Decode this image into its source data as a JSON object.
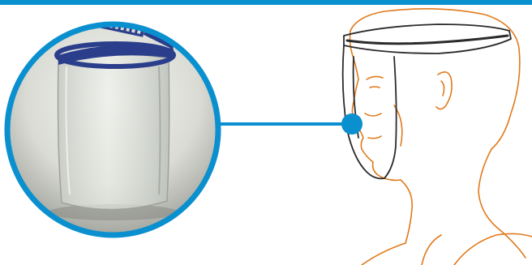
{
  "colors": {
    "accent": "#0a8fcf",
    "top_bar": "#0a8fcf",
    "outline": "#e07a1c",
    "visor_band": "#2a3e8c",
    "inset_bg_light": "#eef0ec",
    "inset_bg_dark": "#8c8f86"
  },
  "elements": {
    "detail_circle": "face-shield-product-photo",
    "callout_dot": "callout-marker",
    "head_sketch": "head-with-face-shield-line-drawing"
  }
}
